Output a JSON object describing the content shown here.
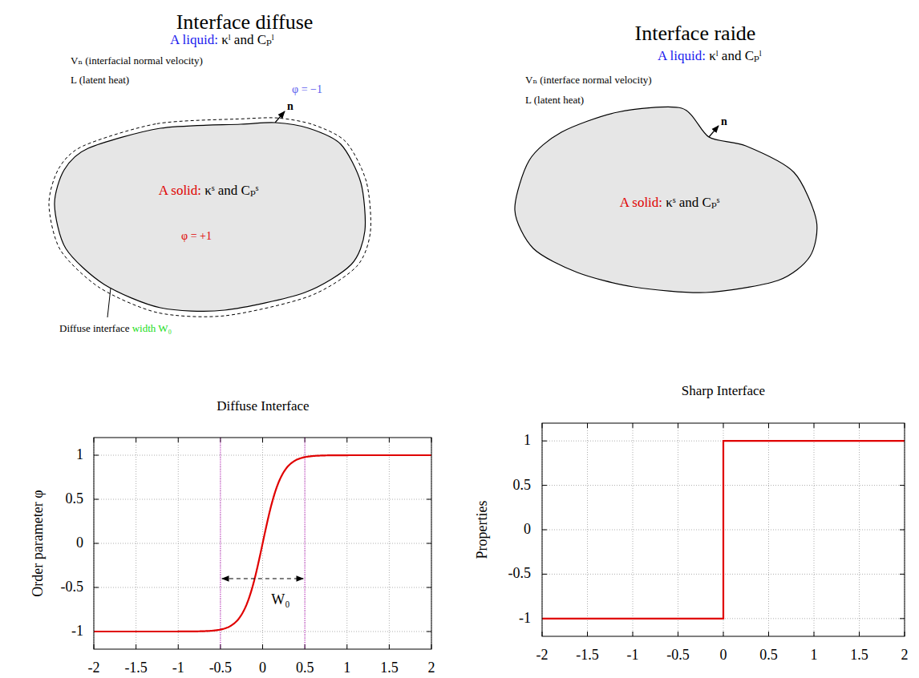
{
  "diagram": {
    "nodes": [
      {
        "text": [
          "A solid: κˢ and Cₚˢ",
          "φ = +1"
        ]
      },
      {
        "text": [
          "A solid: κˢ and Cₚˢ"
        ]
      }
    ],
    "labels": [
      "Interface diffuse",
      "A liquid: κˡ and Cₚˡ",
      "Vₙ (interfacial normal velocity)",
      "L (latent heat)",
      "φ = −1",
      "n",
      "Diffuse interface width W₀",
      "Interface raide",
      "A liquid: κˡ and Cₚˡ",
      "Vₙ (interface normal velocity)",
      "L (latent heat)",
      "n",
      "Diffuse Interface",
      "Order parameter φ",
      "W₀",
      "-2",
      "-1.5",
      "-1",
      "-0.5",
      "0",
      "0.5",
      "1",
      "1.5",
      "2",
      "1",
      "0.5",
      "0",
      "-0.5",
      "-1",
      "Sharp Interface",
      "Properties",
      "-2",
      "-1.5",
      "-1",
      "-0.5",
      "0",
      "0.5",
      "1",
      "1.5",
      "2",
      "1",
      "0.5",
      "0",
      "-0.5",
      "-1"
    ]
  }
}
